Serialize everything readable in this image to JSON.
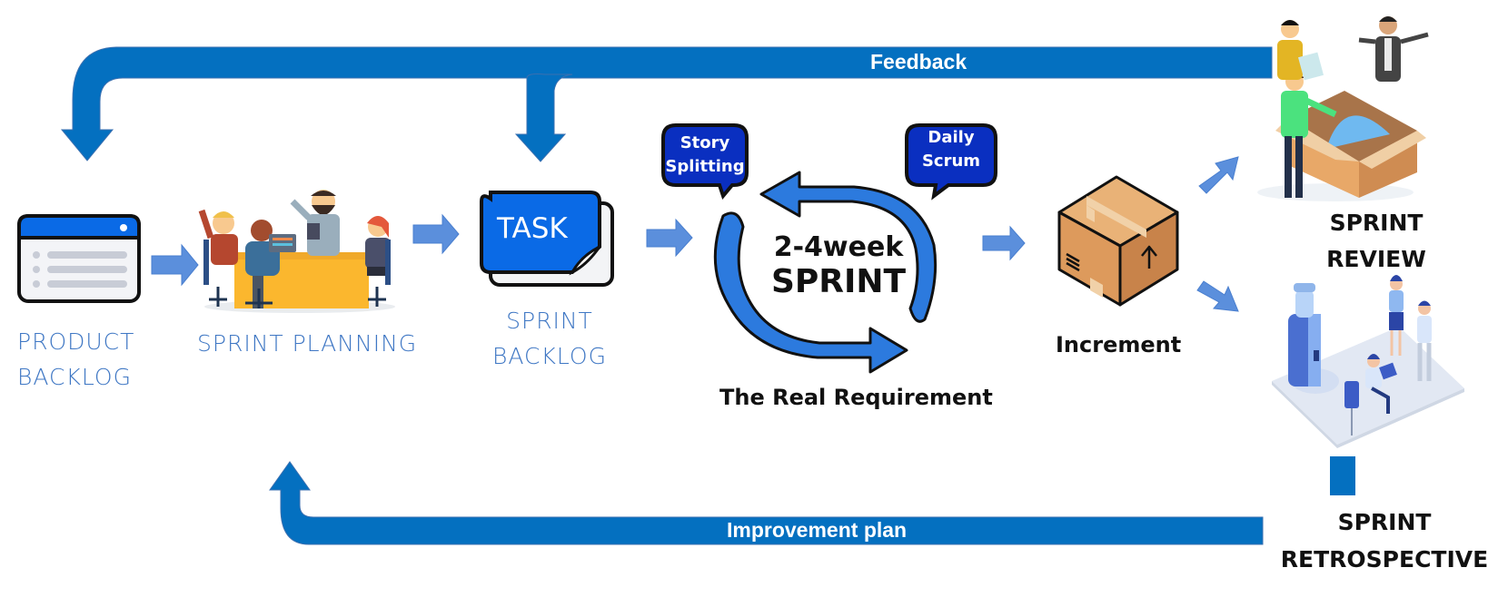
{
  "diagram": {
    "title": "Scrum Sprint Cycle",
    "colors": {
      "band_blue": "#0470c0",
      "flow_arrow_blue": "#5b8fdc",
      "cycle_blue": "#2c7ade",
      "bubble_blue": "#0a2fc0",
      "label_blue": "#3f77c4",
      "task_blue": "#0a6ae6"
    },
    "stages": [
      {
        "id": "product-backlog",
        "lines": [
          "PRODUCT",
          "BACKLOG"
        ],
        "icon": "backlog-list-window-icon"
      },
      {
        "id": "sprint-planning",
        "lines": [
          "SPRINT PLANNING"
        ],
        "icon": "team-meeting-illustration"
      },
      {
        "id": "sprint-backlog",
        "lines": [
          "SPRINT",
          "BACKLOG"
        ],
        "icon": "task-card-icon",
        "icon_text": "TASK"
      },
      {
        "id": "sprint",
        "lines": [
          "2-4week",
          "SPRINT"
        ],
        "caption": "The Real Requirement",
        "icon": "cycle-arrows-icon"
      },
      {
        "id": "increment",
        "lines": [
          "Increment"
        ],
        "icon": "shipping-box-icon"
      },
      {
        "id": "sprint-review",
        "lines": [
          "SPRINT",
          "REVIEW"
        ],
        "icon": "review-team-box-illustration"
      },
      {
        "id": "sprint-retrospective",
        "lines": [
          "SPRINT",
          "RETROSPECTIVE"
        ],
        "icon": "retrospective-team-illustration"
      }
    ],
    "bubbles": [
      {
        "id": "story-splitting",
        "lines": [
          "Story",
          "Splitting"
        ]
      },
      {
        "id": "daily-scrum",
        "lines": [
          "Daily",
          "Scrum"
        ]
      }
    ],
    "feedback_loops": [
      {
        "id": "feedback",
        "label": "Feedback",
        "from": "sprint-review",
        "to": [
          "product-backlog",
          "sprint-backlog"
        ]
      },
      {
        "id": "improvement-plan",
        "label": "Improvement plan",
        "from": "sprint-retrospective",
        "to": "sprint-planning"
      }
    ]
  }
}
